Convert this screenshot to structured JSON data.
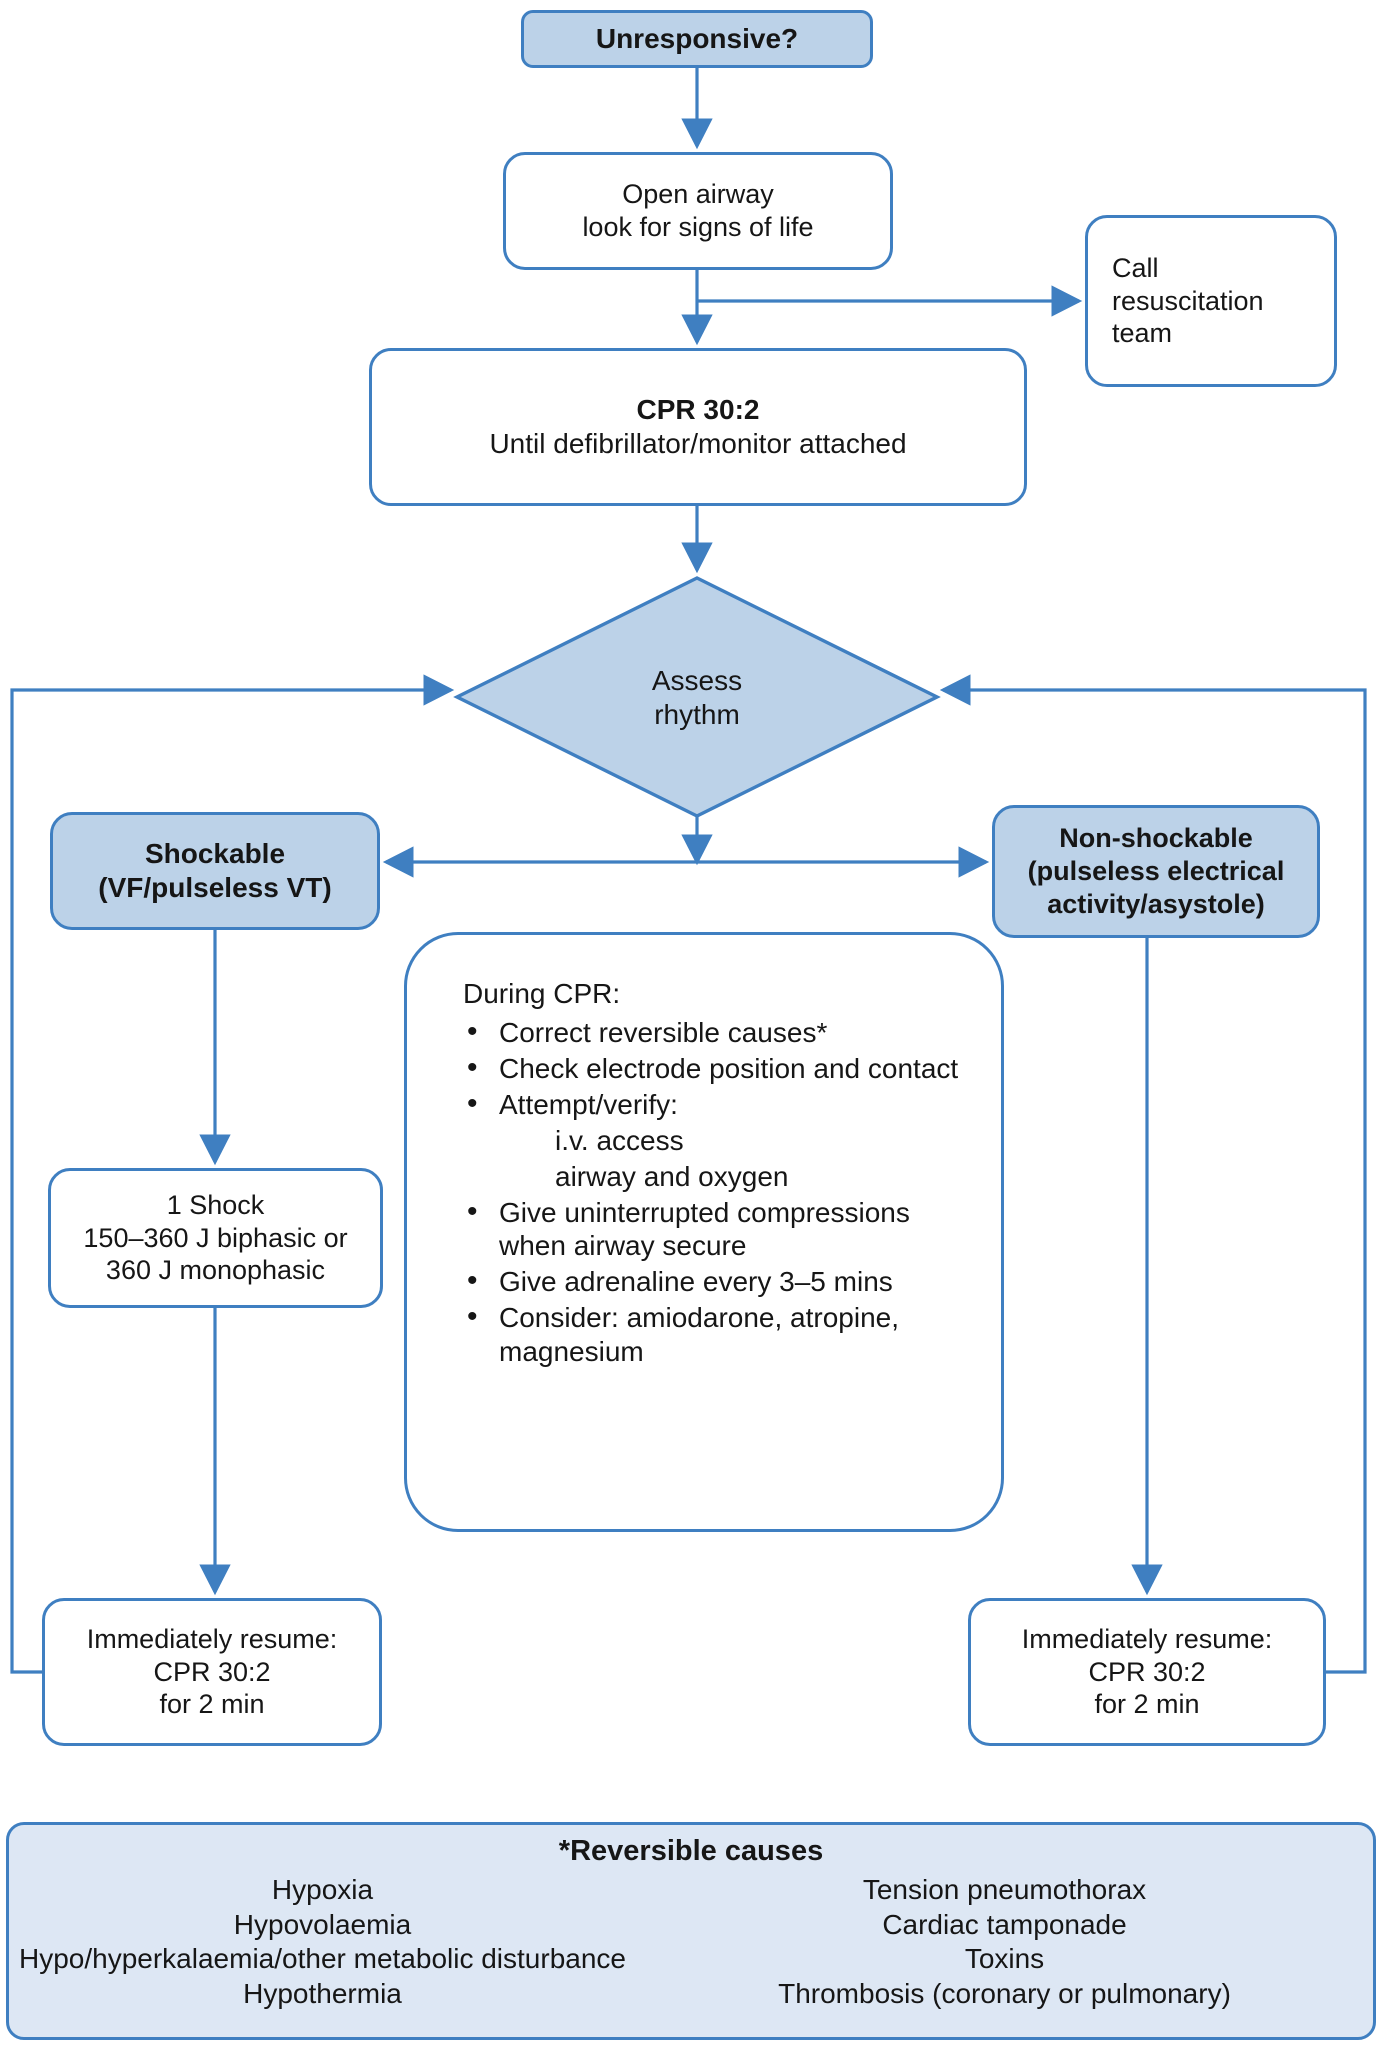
{
  "theme": {
    "line_color": "#3f7fc1",
    "fill_color": "#bcd2e8",
    "panel_fill": "#dde7f4",
    "text_color": "#161616"
  },
  "nodes": {
    "unresponsive": {
      "label": "Unresponsive?"
    },
    "open_airway": {
      "line1": "Open airway",
      "line2": "look for signs of life"
    },
    "call_team": {
      "line1": "Call",
      "line2": "resuscitation",
      "line3": "team"
    },
    "cpr_302": {
      "line1": "CPR 30:2",
      "line2": "Until defibrillator/monitor attached"
    },
    "assess_rhythm": {
      "line1": "Assess",
      "line2": "rhythm"
    },
    "shockable": {
      "line1": "Shockable",
      "line2": "(VF/pulseless VT)"
    },
    "non_shockable": {
      "line1": "Non-shockable",
      "line2": "(pulseless electrical",
      "line3": "activity/asystole)"
    },
    "during_cpr": {
      "heading": "During CPR:",
      "items": [
        "Correct reversible causes*",
        "Check electrode position and contact",
        "Attempt/verify:",
        "Give uninterrupted compressions when airway secure",
        "Give adrenaline every 3–5 mins",
        "Consider: amiodarone, atropine, magnesium"
      ],
      "sub_items": [
        "i.v. access",
        "airway and oxygen"
      ]
    },
    "shock": {
      "line1": "1 Shock",
      "line2": "150–360 J biphasic or",
      "line3": "360 J monophasic"
    },
    "resume_left": {
      "line1": "Immediately resume:",
      "line2": "CPR 30:2",
      "line3": "for 2 min"
    },
    "resume_right": {
      "line1": "Immediately resume:",
      "line2": "CPR 30:2",
      "line3": "for 2 min"
    }
  },
  "reversible_causes": {
    "title": "*Reversible causes",
    "left_column": [
      "Hypoxia",
      "Hypovolaemia",
      "Hypo/hyperkalaemia/other metabolic disturbance",
      "Hypothermia"
    ],
    "right_column": [
      "Tension pneumothorax",
      "Cardiac tamponade",
      "Toxins",
      "Thrombosis (coronary or pulmonary)"
    ]
  }
}
